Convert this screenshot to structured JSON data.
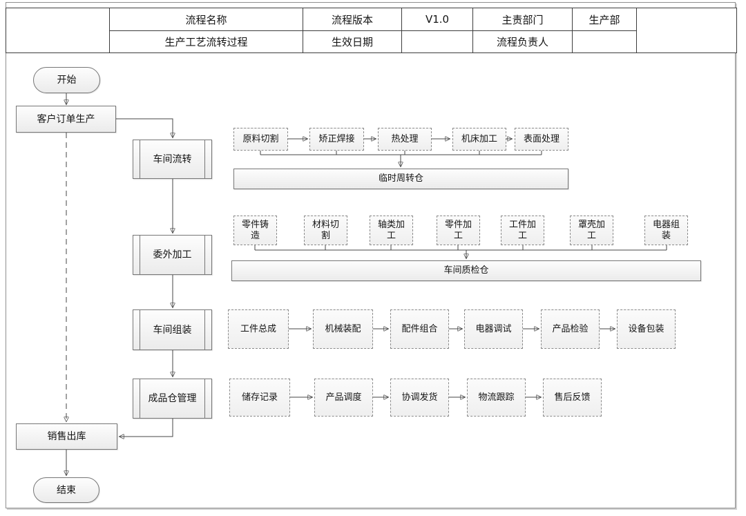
{
  "header": {
    "process_name_label": "流程名称",
    "process_name_value": "生产工艺流转过程",
    "version_label": "流程版本",
    "version_value": "V1.0",
    "effective_date_label": "生效日期",
    "effective_date_value": "",
    "department_label": "主责部门",
    "department_value": "生产部",
    "owner_label": "流程负责人",
    "owner_value": ""
  },
  "flow": {
    "start": "开始",
    "customer_order": "客户订单生产",
    "workshop_flow": "车间流转",
    "outsourcing": "委外加工",
    "workshop_assembly": "车间组装",
    "finished_goods_warehouse": "成品仓管理",
    "sales_outbound": "销售出库",
    "end": "结束"
  },
  "workshop_flow_row": {
    "steps": [
      "原料切割",
      "矫正焊接",
      "热处理",
      "机床加工",
      "表面处理"
    ],
    "sink": "临时周转仓"
  },
  "outsourcing_row": {
    "steps": [
      "零件铸造",
      "材料切割",
      "轴类加工",
      "零件加工",
      "工件加工",
      "罩壳加工",
      "电器组装"
    ],
    "sink": "车间质检仓"
  },
  "assembly_row": {
    "steps": [
      "工件总成",
      "机械装配",
      "配件组合",
      "电器调试",
      "产品检验",
      "设备包装"
    ]
  },
  "warehouse_row": {
    "steps": [
      "储存记录",
      "产品调度",
      "协调发货",
      "物流跟踪",
      "售后反馈"
    ]
  }
}
